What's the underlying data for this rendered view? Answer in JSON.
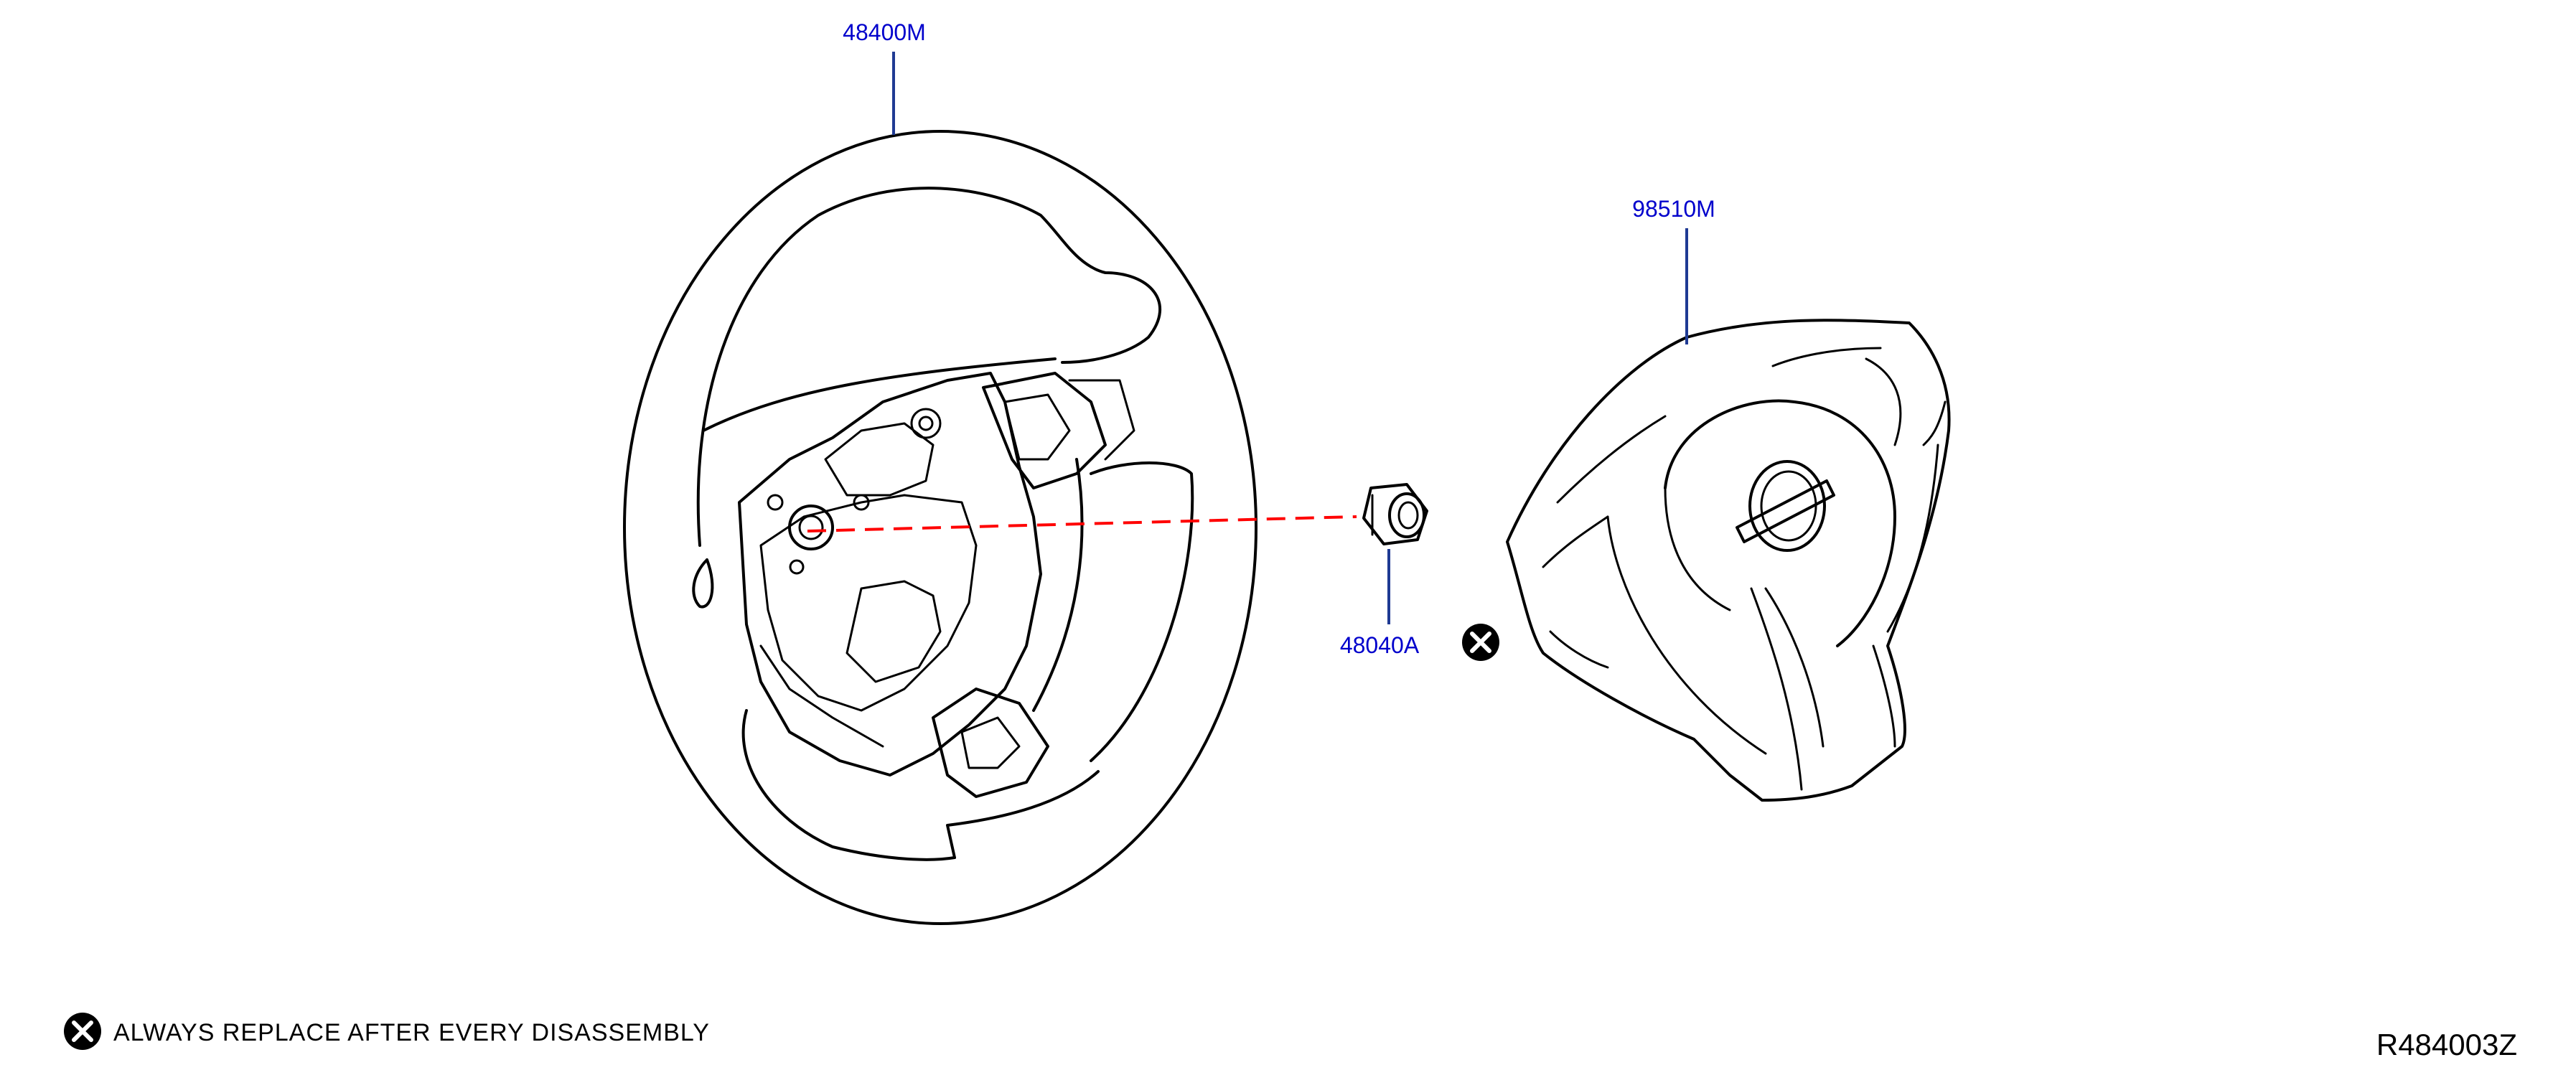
{
  "parts": [
    {
      "id": "steering-wheel",
      "label": "48400M"
    },
    {
      "id": "airbag-module",
      "label": "98510M"
    },
    {
      "id": "nut",
      "label": "48040A"
    }
  ],
  "legend": {
    "symbol": "x-mark-icon",
    "text": "ALWAYS REPLACE AFTER EVERY DISASSEMBLY"
  },
  "diagram_code": "R484003Z",
  "colors": {
    "label": "#0000cc",
    "leader": "#1f3a93",
    "centerline": "#ff0000",
    "outline": "#000000"
  }
}
